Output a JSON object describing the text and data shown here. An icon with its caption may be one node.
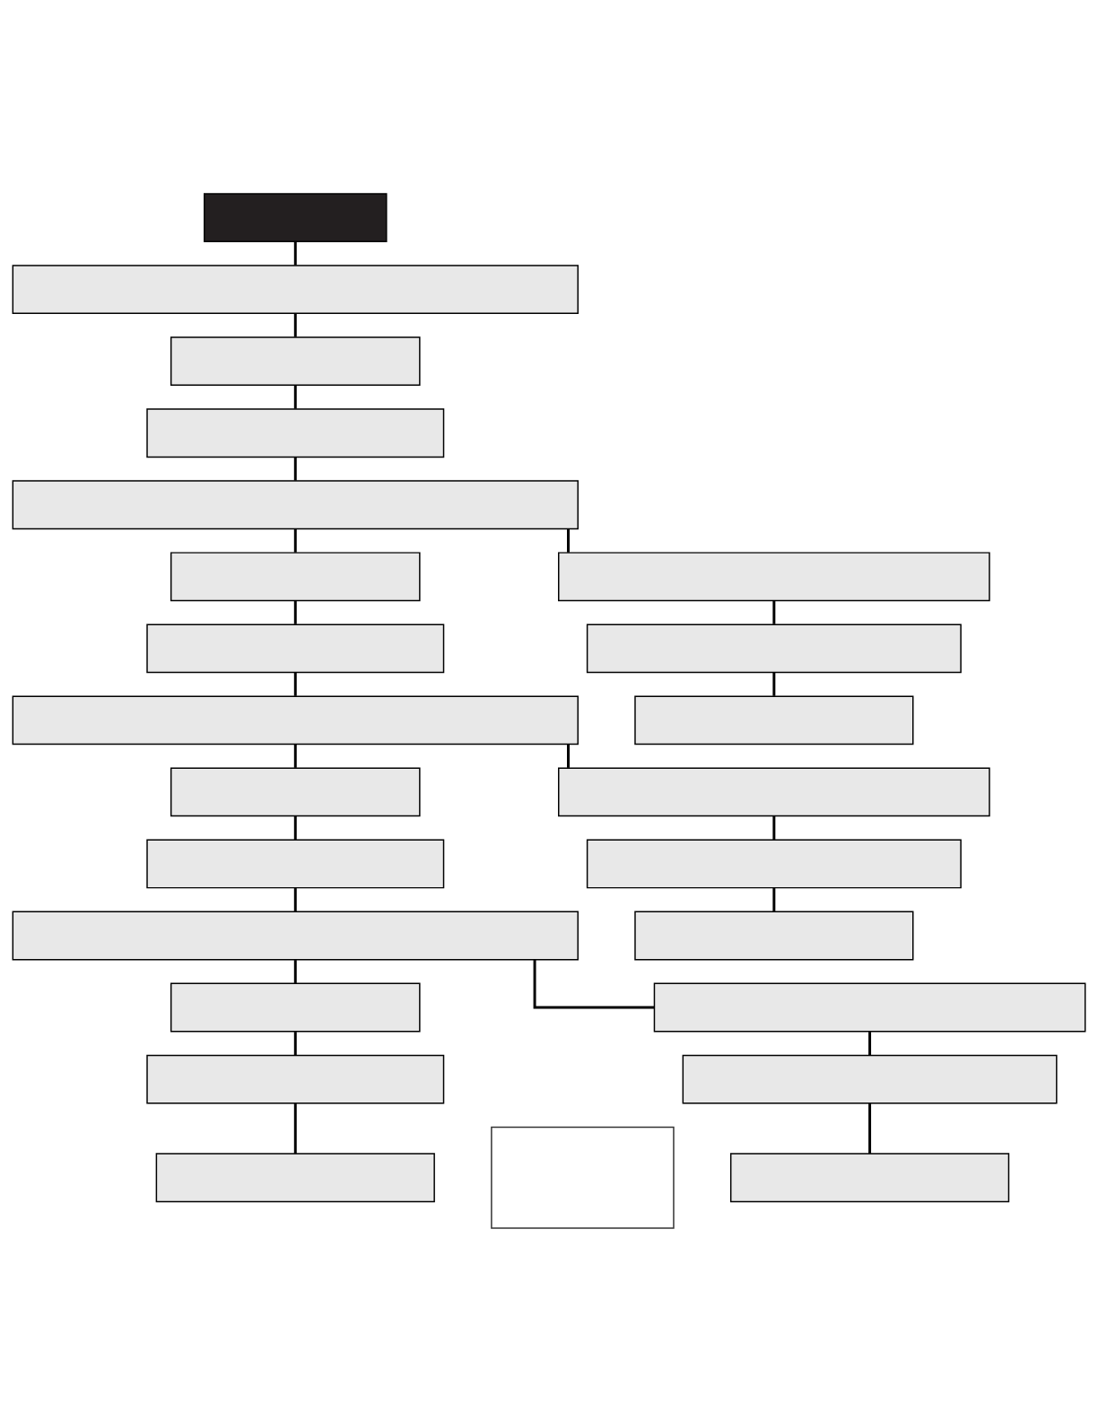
{
  "diagram": {
    "nodes": [
      {
        "text": [],
        "shape": "box"
      },
      {
        "text": [],
        "shape": "box"
      },
      {
        "text": [],
        "shape": "box"
      },
      {
        "text": [],
        "shape": "box"
      },
      {
        "text": [],
        "shape": "box"
      },
      {
        "text": [],
        "shape": "box"
      },
      {
        "text": [],
        "shape": "box"
      },
      {
        "text": [],
        "shape": "box"
      },
      {
        "text": [],
        "shape": "box"
      },
      {
        "text": [],
        "shape": "box"
      },
      {
        "text": [],
        "shape": "box"
      },
      {
        "text": [],
        "shape": "box"
      },
      {
        "text": [],
        "shape": "box"
      },
      {
        "text": [],
        "shape": "box"
      },
      {
        "text": [],
        "shape": "box"
      },
      {
        "text": [],
        "shape": "box"
      },
      {
        "text": [],
        "shape": "box"
      },
      {
        "text": [],
        "shape": "box"
      },
      {
        "text": [],
        "shape": "box"
      },
      {
        "text": [],
        "shape": "box"
      },
      {
        "text": [],
        "shape": "box"
      },
      {
        "text": [],
        "shape": "box"
      },
      {
        "text": [],
        "shape": "box"
      },
      {
        "text": [],
        "shape": "box"
      }
    ],
    "edges": [
      {
        "from": 0,
        "to": 1,
        "arrow": "none"
      },
      {
        "from": 1,
        "to": 2,
        "arrow": "none"
      },
      {
        "from": 2,
        "to": 3,
        "arrow": "none"
      },
      {
        "from": 3,
        "to": 4,
        "arrow": "none"
      },
      {
        "from": 4,
        "to": 5,
        "arrow": "none"
      },
      {
        "from": 4,
        "to": 8,
        "arrow": "none"
      },
      {
        "from": 5,
        "to": 6,
        "arrow": "none"
      },
      {
        "from": 6,
        "to": 7,
        "arrow": "none"
      },
      {
        "from": 8,
        "to": 9,
        "arrow": "none"
      },
      {
        "from": 9,
        "to": 10,
        "arrow": "none"
      },
      {
        "from": 7,
        "to": 11,
        "arrow": "none"
      },
      {
        "from": 7,
        "to": 14,
        "arrow": "none"
      },
      {
        "from": 11,
        "to": 12,
        "arrow": "none"
      },
      {
        "from": 12,
        "to": 13,
        "arrow": "none"
      },
      {
        "from": 14,
        "to": 15,
        "arrow": "none"
      },
      {
        "from": 15,
        "to": 16,
        "arrow": "none"
      },
      {
        "from": 13,
        "to": 17,
        "arrow": "none"
      },
      {
        "from": 13,
        "to": 20,
        "arrow": "none"
      },
      {
        "from": 17,
        "to": 18,
        "arrow": "none"
      },
      {
        "from": 18,
        "to": 19,
        "arrow": "none"
      },
      {
        "from": 20,
        "to": 21,
        "arrow": "none"
      },
      {
        "from": 21,
        "to": 22,
        "arrow": "none"
      }
    ]
  }
}
